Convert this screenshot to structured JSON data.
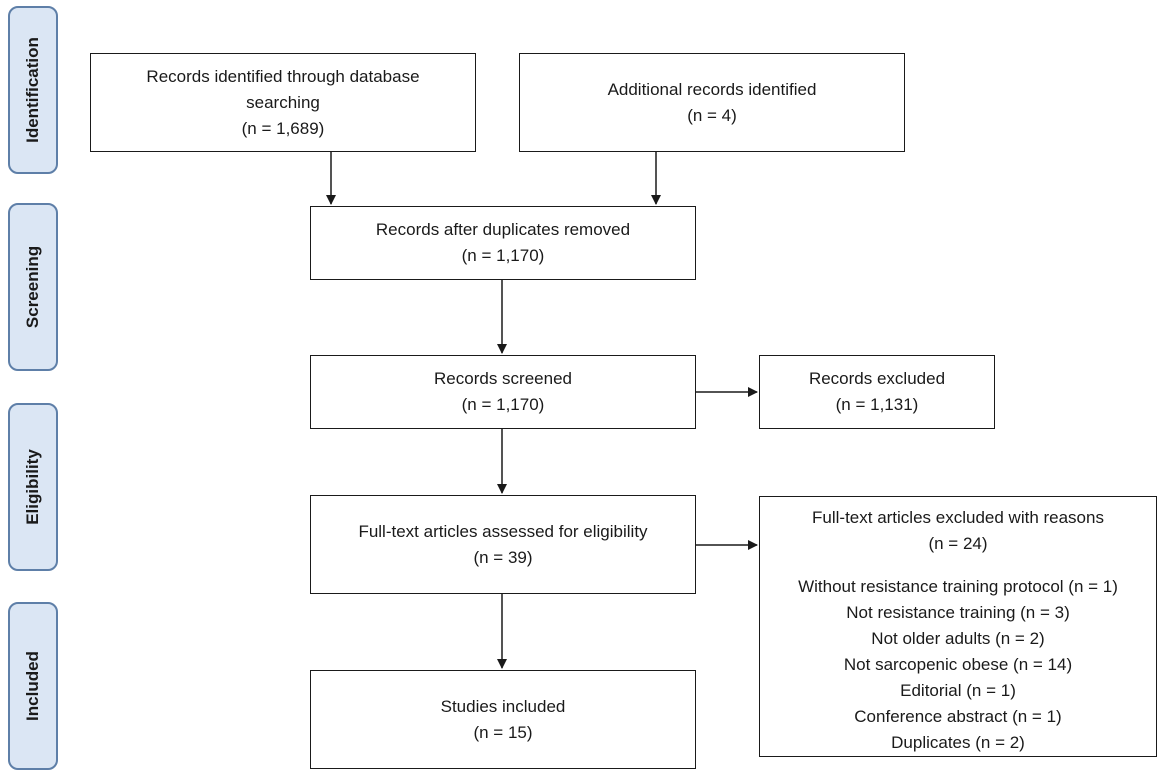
{
  "phases": {
    "identification": "Identification",
    "screening": "Screening",
    "eligibility": "Eligibility",
    "included": "Included"
  },
  "boxes": {
    "database_search": {
      "line1": "Records identified through database",
      "line2": "searching",
      "count": "(n = 1,689)"
    },
    "additional": {
      "line1": "Additional records identified",
      "count": "(n = 4)"
    },
    "after_duplicates": {
      "line1": "Records after duplicates removed",
      "count": "(n = 1,170)"
    },
    "screened": {
      "line1": "Records screened",
      "count": "(n = 1,170)"
    },
    "excluded": {
      "line1": "Records excluded",
      "count": "(n = 1,131)"
    },
    "fulltext_assessed": {
      "line1": "Full-text articles assessed for eligibility",
      "count": "(n = 39)"
    },
    "fulltext_excluded": {
      "line1": "Full-text articles excluded with reasons",
      "count": "(n = 24)",
      "reasons": [
        "Without resistance training protocol (n = 1)",
        "Not resistance training (n = 3)",
        "Not older adults (n = 2)",
        "Not sarcopenic obese (n = 14)",
        "Editorial (n = 1)",
        "Conference abstract (n = 1)",
        "Duplicates (n = 2)"
      ]
    },
    "included": {
      "line1": "Studies included",
      "count": "(n = 15)"
    }
  },
  "colors": {
    "phase_fill": "#dbe6f4",
    "phase_border": "#5e7fa8",
    "box_border": "#1a1a1a",
    "arrow": "#1a1a1a"
  }
}
